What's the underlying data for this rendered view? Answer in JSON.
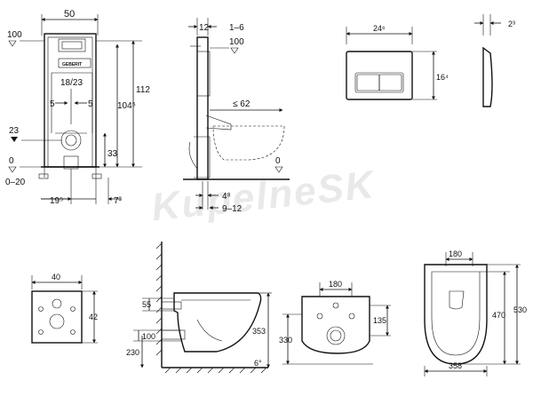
{
  "watermark": "KupelneSK",
  "frame_view": {
    "width": "50",
    "top_level": "100",
    "flush_height": "112",
    "frame_height": "104⁵",
    "flush_pipe": "18/23",
    "offset_left": "5",
    "offset_right": "5",
    "drain_level": "23",
    "drain_height": "33",
    "floor": "0",
    "floor_range": "0–20",
    "bottom_left": "19⁵",
    "bottom_right": "7³"
  },
  "side_view": {
    "top_depth": "12",
    "top_range": "1–6",
    "top_level": "100",
    "projection": "≤ 62",
    "floor": "0",
    "depth_small": "4⁸",
    "depth_range": "9–12"
  },
  "flush_plate": {
    "width": "24⁶",
    "height": "16⁴",
    "thickness": "2³"
  },
  "revision_plate": {
    "width": "40",
    "height": "42"
  },
  "bowl_side": {
    "dim_55": "55",
    "dim_100": "100",
    "dim_230": "230",
    "dim_353": "353",
    "dim_6": "6°"
  },
  "bowl_back": {
    "dim_180": "180",
    "dim_135": "135",
    "dim_330": "330"
  },
  "bowl_top": {
    "dim_180": "180",
    "dim_470": "470",
    "dim_530": "530",
    "dim_358": "358"
  }
}
